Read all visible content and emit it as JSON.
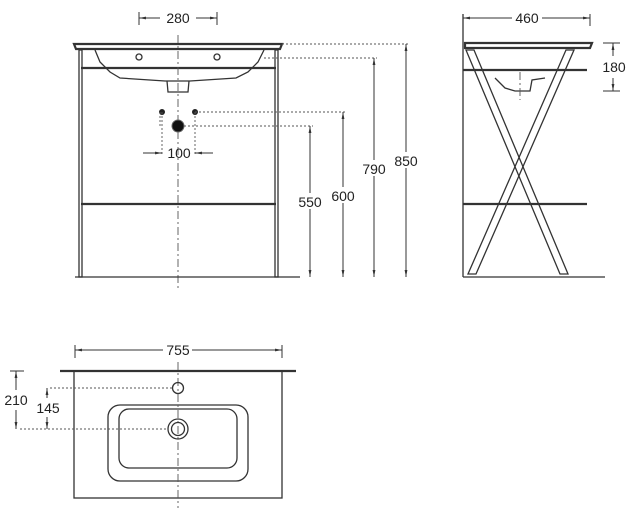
{
  "drawing": {
    "front_view": {
      "tap_spacing": "280",
      "drain_hole_spacing": "100",
      "drain_height": "550",
      "supply_height": "600",
      "basin_height": "790",
      "total_height": "850"
    },
    "side_view": {
      "depth": "460",
      "basin_depth": "180"
    },
    "plan_view": {
      "width": "755",
      "drain_offset": "210",
      "tap_offset": "145"
    },
    "line_color": "#333333"
  }
}
